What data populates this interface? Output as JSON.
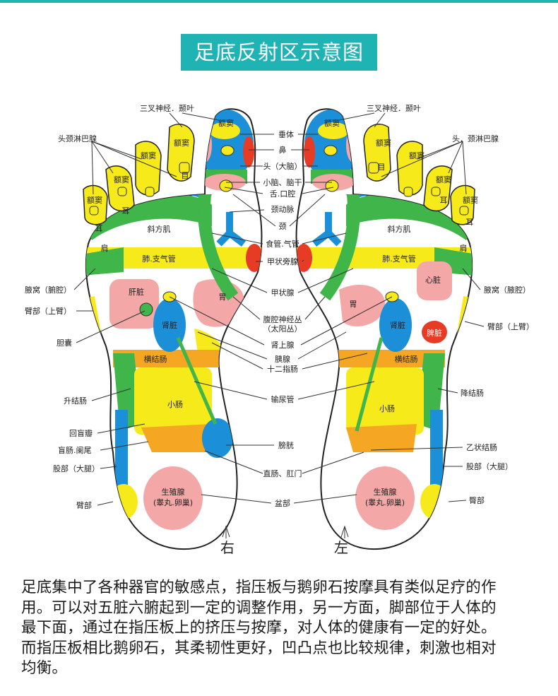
{
  "title": "足底反射区示意图",
  "colors": {
    "accent": "#20b3b4",
    "blue": "#1b8fd8",
    "yellow": "#f7ea1a",
    "green": "#3fb54a",
    "pink": "#f3a7a6",
    "red": "#e63c26",
    "orange": "#f5a623"
  },
  "foot_labels": {
    "right": "右",
    "left": "左"
  },
  "regions": {
    "e_dou": "额窦",
    "mu": "目",
    "er": "耳",
    "jian": "肩",
    "xie_fang_ji": "斜方肌",
    "fei": "肺.支气管",
    "gan": "肝脏",
    "shen": "肾脏",
    "wei": "胃",
    "xin": "心脏",
    "pi": "脾脏",
    "heng_jie_chang": "横结肠",
    "xiao_chang": "小肠",
    "sheng_zhi_xian": "生殖腺",
    "gao_wan": "(睾丸.卵巢)"
  },
  "labels_center": [
    "垂体",
    "鼻",
    "头（大脑）",
    "小脑、脑干",
    "舌.口腔",
    "颈动脉",
    "颈",
    "食管.气管",
    "甲状旁腺",
    "甲状腺",
    "腹腔神经丛",
    "（太阳丛）",
    "肾上腺",
    "胰腺",
    "十二指肠",
    "输尿管",
    "膀胱",
    "直肠、肛门",
    "盆部"
  ],
  "labels_right_foot_side": {
    "trigeminal": "三叉神经．颞叶",
    "lymph": "头颈淋巴腺",
    "axilla": "腋窝（腑腔）",
    "upper_arm": "臂部（上臂）",
    "gallbladder": "胆囊",
    "ascending_colon": "升结肠",
    "ileocecal": "回盲瓣",
    "cecum": "盲肠.阑尾",
    "thigh": "股部（大腿）",
    "buttock": "臂部"
  },
  "labels_left_foot_side": {
    "trigeminal": "三叉神经．颞叶",
    "lymph": "头．颈淋巴腺",
    "axilla": "腋窝（腋腔）",
    "upper_arm": "臂部（上臂）",
    "descending_colon": "降结肠",
    "sigmoid": "乙状结肠",
    "thigh": "股部（大腿）",
    "buttock": "臀部"
  },
  "description": [
    "足底集中了各种器官的敏感点，指压板与鹅卵石按摩具有类似足疗的作",
    "用。可以对五脏六腑起到一定的调整作用，另一方面，脚部位于人体的",
    "最下面，通过在指压板上的挤压与按摩，对人体的健康有一定的好处。",
    "而指压板相比鹅卵石，其柔韧性更好，凹凸点也比较规律，刺激也相对",
    "均衡。"
  ]
}
